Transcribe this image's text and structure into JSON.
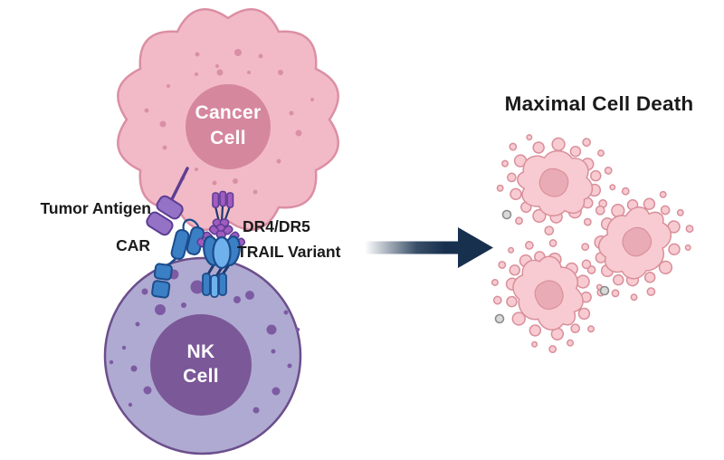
{
  "diagram": {
    "title": "Maximal Cell Death",
    "cells": {
      "cancer": {
        "line1": "Cancer",
        "line2": "Cell"
      },
      "nk": {
        "line1": "NK",
        "line2": "Cell"
      }
    },
    "labels": {
      "tumor_antigen": "Tumor Antigen",
      "car": "CAR",
      "dr4_dr5": "DR4/DR5",
      "trail_variant": "TRAIL Variant"
    },
    "colors": {
      "cancer_fill": "#F2BAC7",
      "cancer_stroke": "#DB8FA4",
      "cancer_nucleus": "#D5879D",
      "cancer_dot": "#D990A6",
      "nk_fill": "#AFAAD1",
      "nk_stroke": "#6C4E8C",
      "nk_nucleus": "#7B5898",
      "nk_dot": "#7C5BA3",
      "antigen_purple": "#9472C5",
      "antigen_stroke": "#5E3D94",
      "receptor_purple": "#A15CC0",
      "car_blue": "#3B7FC4",
      "car_stroke": "#1C4C8C",
      "trail_mid_blue": "#6FB1EC",
      "stalk_navy": "#1E3A6E",
      "arrow_navy": "#17304E",
      "dying_fill": "#F7CBD1",
      "dying_stroke": "#D98E99",
      "dying_nucleus": "#E9ABB5",
      "gray_bleb_fill": "#D9D9D9",
      "gray_bleb_stroke": "#8C8C8C",
      "label_color": "#1A1A1A",
      "cell_text": "#FFFFFF"
    }
  }
}
